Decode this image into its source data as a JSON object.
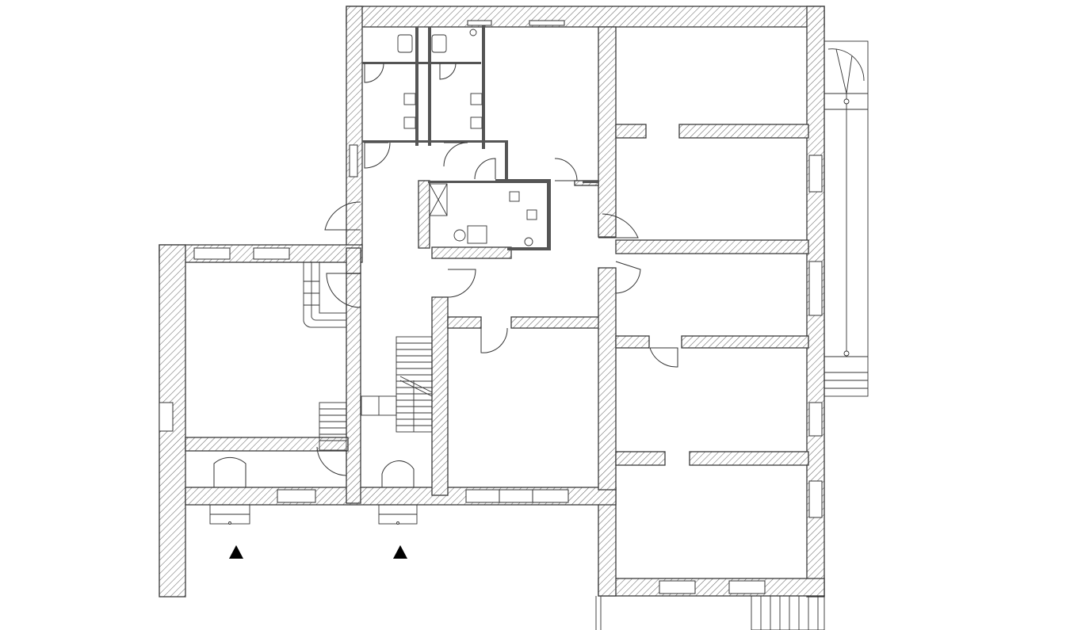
{
  "drawing": {
    "kind": "architectural-floor-plan",
    "wall_pattern": "diagonal-hatch",
    "colors": {
      "background": "#ffffff",
      "line": "#333333",
      "entrance_marker": "#000000"
    },
    "entrances": [
      {
        "id": "west-entrance",
        "icon": "triangle-up-icon"
      },
      {
        "id": "main-entrance",
        "icon": "triangle-up-icon"
      }
    ]
  }
}
